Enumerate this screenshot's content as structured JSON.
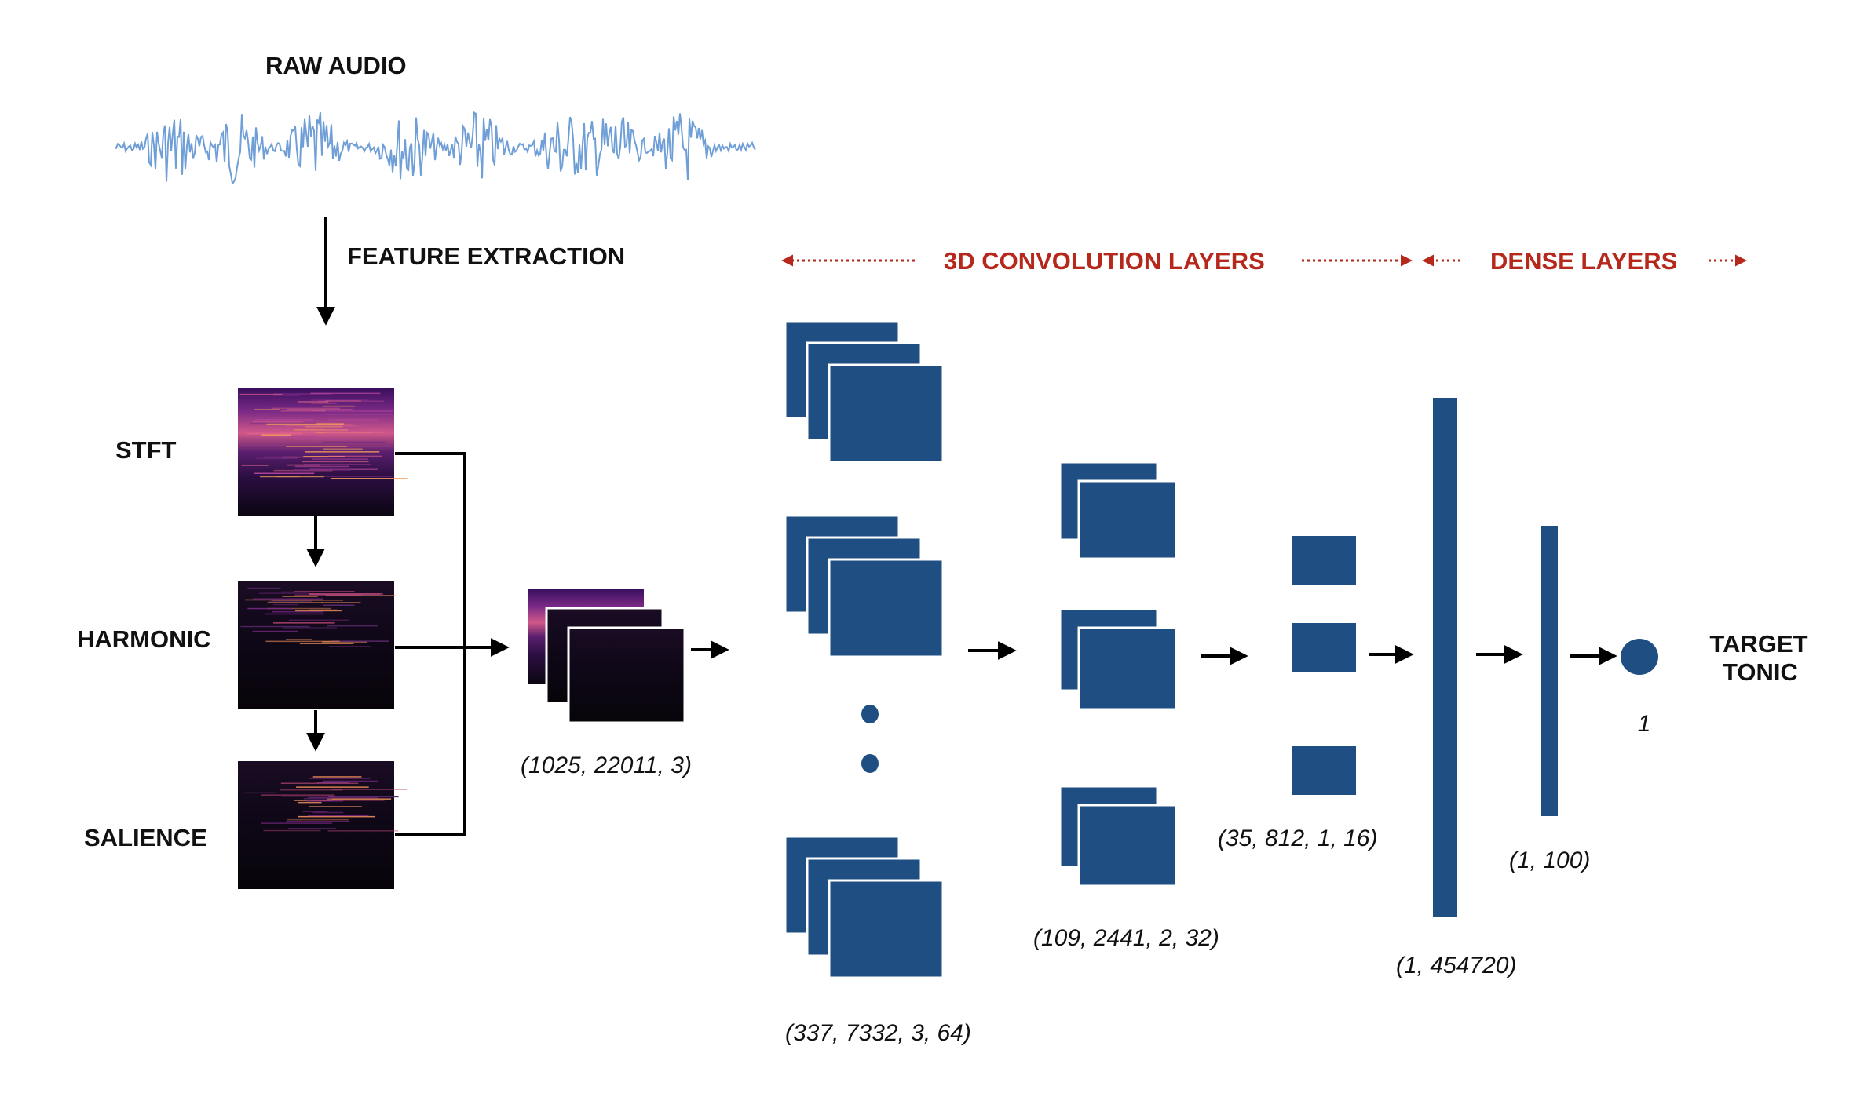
{
  "labels": {
    "raw_audio": "RAW AUDIO",
    "feature_extraction": "FEATURE EXTRACTION",
    "stft": "STFT",
    "harmonic": "HARMONIC",
    "salience": "SALIENCE",
    "target_line1": "TARGET",
    "target_line2": "TONIC"
  },
  "sections": {
    "conv": "3D CONVOLUTION LAYERS",
    "dense": "DENSE LAYERS"
  },
  "shapes": {
    "input_stack": "(1025, 22011, 3)",
    "conv1": "(337, 7332, 3, 64)",
    "conv2": "(109, 2441, 2, 32)",
    "conv3": "(35, 812, 1, 16)",
    "flatten": "(1, 454720)",
    "dense1": "(1, 100)",
    "output": "1"
  },
  "colors": {
    "block": "#1f4e82",
    "section": "#b5281b",
    "waveform": "#6f9fd6",
    "arrow": "#000000"
  },
  "icons": {
    "arrow": "arrow-right-icon",
    "dashed_arrow": "dotted-arrow-icon"
  }
}
